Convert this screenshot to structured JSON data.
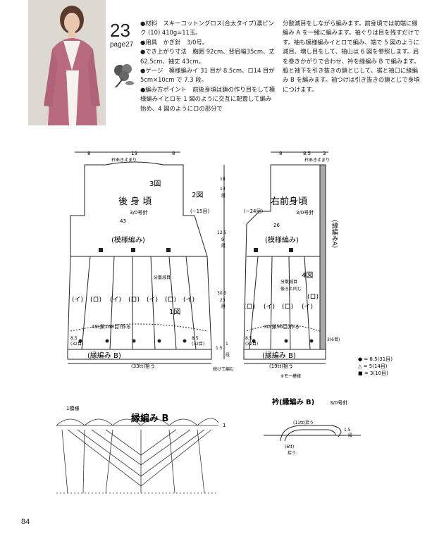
{
  "pattern_number": "23",
  "page_ref": "page27",
  "instructions_left": "●材料　スキーコットングロス(合太タイプ)濃ピンク (10) 410g=11玉。\n●用具　かぎ針　3/0号。\n●でき上がり寸法　胸囲 92cm、背肩幅35cm、丈 62.5cm、袖丈 43cm。\n●ゲージ　模様編みイ 31 目が 8.5cm、ロ14 目が5cm×10cm で 7.3 段。\n●編み方ポイント　前後身頃は鎖の作り目をして模様編みイとロを 1 図のように交互に配置して編み始め、4 図のようにロの部分で",
  "instructions_right": "分散減目をしながら編みます。前身頃では前端に縁編み A を一緒に編みます。袖ぐりは目を残すだけです。袖も模様編みイとロで編み、端で 5 図のように減目、増し目をして、袖山は 6 図を参照します。肩を巻きかがりで合わせ、衿を縁編み B で編みます。脇と袖下を引き抜きの鎖とじして、裾と袖口に縁編み B を編みます。袖つけは引き抜きの鎖とじで身頃につけます。",
  "back": {
    "title": "後 身 頃",
    "needle": "3/0号針",
    "pattern": "(模様編み)",
    "edge": "(縁編み B)",
    "fig3": "3図",
    "fig2": "2図",
    "fig1": "1図",
    "top_dims": [
      "8",
      "19",
      "8"
    ],
    "neck": "衿あき止まり",
    "width43": "43",
    "minus15": "(−15目)",
    "reduce": "分散減目",
    "chain": "49(鎖168目)作る",
    "left_85": "8.5",
    "left_32": "(32目)",
    "right_85": "8.5",
    "right_32": "(32目)",
    "pickup": "(33tt)拾う",
    "ii": "(イ)",
    "ro": "(ロ)"
  },
  "dims": {
    "d18": "18",
    "d13": "13",
    "dan1": "段",
    "d125": "12.5",
    "d9": "9",
    "dan2": "段",
    "d305": "30.5",
    "d23": "23",
    "dan3": "段",
    "d15": "1.5",
    "d1": "1",
    "dan4": "段",
    "continue": "続けて編む"
  },
  "front": {
    "title": "右前身頃",
    "needle": "3/0号針",
    "pattern": "(模様編み)",
    "edge_a": "(縁編みA)",
    "edge": "(縁編み B)",
    "fig4": "4図",
    "top_dims": [
      "8",
      "8.5",
      "3"
    ],
    "neck": "衿あき止まり",
    "minus24": "(−24目)",
    "width26": "26",
    "reduce": "分散減目",
    "reduce2": "後ろと同じ",
    "chain": "30(鎖96目)作る",
    "right3": "3(6目)",
    "left_85": "8.5",
    "left_32": "(32目)",
    "pickup": "(19tt)拾う",
    "ro": "(ロ)",
    "ii": "(イ)"
  },
  "legend": {
    "dot": "● = 8.5(31目)",
    "tri": "△ = 5(14目)",
    "sq": "■ = 3(10目)",
    "note": "※モー模様"
  },
  "edge_b_title": "縁編み B",
  "pattern1": "1模様",
  "pattern1_right": "1",
  "collar": {
    "title": "衿(縁編み B)",
    "needle": "3/0号針",
    "pick11": "(11tt)拾う",
    "pick6": "(6tt)",
    "pick6b": "拾う",
    "dim15": "1.5",
    "dan": "段"
  },
  "page_number": "84"
}
